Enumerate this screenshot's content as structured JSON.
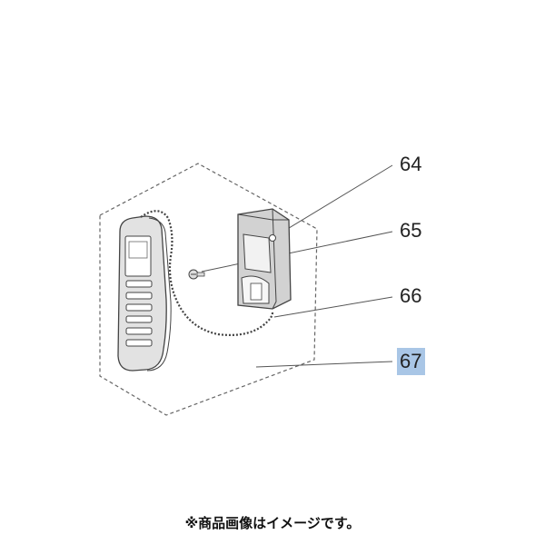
{
  "parts": [
    {
      "number": "64"
    },
    {
      "number": "65"
    },
    {
      "number": "66"
    },
    {
      "number": "67",
      "highlighted": true
    }
  ],
  "note": "※商品画像はイメージです。",
  "colors": {
    "line": "#555555",
    "highlight": "#a9c6e6",
    "remote_body": "#d9d9d9",
    "holder_body": "#cfcfcf"
  }
}
